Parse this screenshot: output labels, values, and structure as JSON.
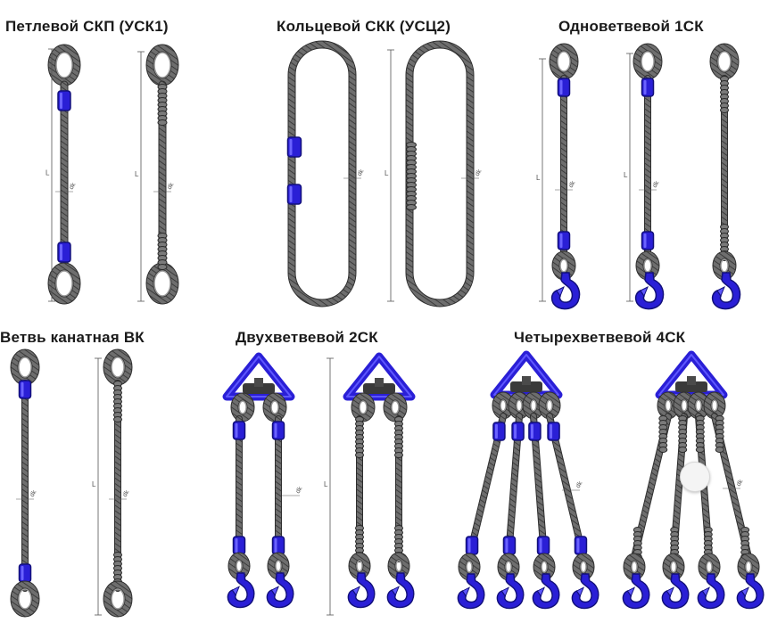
{
  "colors": {
    "rope": "#6e6e6e",
    "rope_edge": "#2e2e2e",
    "clamp": "#2a1fd6",
    "clamp_edge": "#12107a",
    "dim": "#555555",
    "background": "#ffffff"
  },
  "icons": [
    "scroll-knob-icon"
  ],
  "titles": {
    "skp": "Петлевой СКП (УСК1)",
    "skk": "Кольцевой СКК (УСЦ2)",
    "sk1": "Одноветвевой 1СК",
    "vk": "Ветвь канатная ВК",
    "sk2": "Двухветвевой 2СК",
    "sk4": "Четырехветвевой 4СК"
  },
  "labels": {
    "length": "L",
    "diameter": "dk"
  }
}
